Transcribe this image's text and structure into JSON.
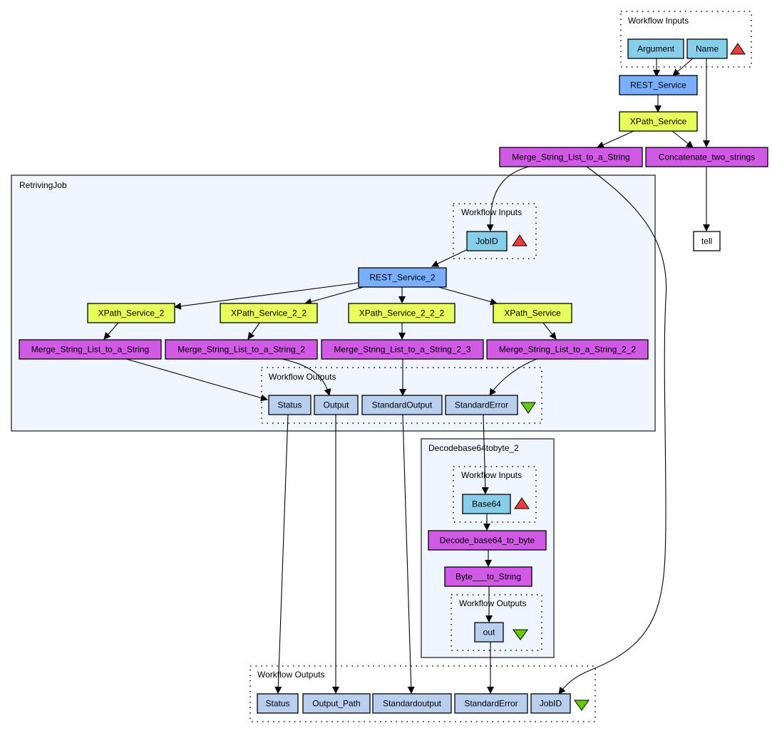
{
  "colors": {
    "input_port": "#87ceeb",
    "service": "#7aafff",
    "xpath": "#e6ff5a",
    "local_worker": "#d05ae6",
    "output_port": "#b8cff0",
    "constant": "#ffffff",
    "cluster_fill": "#eff6ff",
    "input_marker": "#ee3c3c",
    "output_marker": "#66cc00"
  },
  "clusters": {
    "top_inputs": {
      "label": "Workflow Inputs"
    },
    "retriving_job": {
      "label": "RetrivingJob"
    },
    "retriving_inputs": {
      "label": "Workflow Inputs"
    },
    "retriving_outputs": {
      "label": "Workflow Outputs"
    },
    "decode": {
      "label": "Decodebase64tobyte_2"
    },
    "decode_inputs": {
      "label": "Workflow Inputs"
    },
    "decode_outputs": {
      "label": "Workflow Outputs"
    },
    "final_outputs": {
      "label": "Workflow Outputs"
    }
  },
  "nodes": {
    "argument": {
      "label": "Argument",
      "kind": "input_port"
    },
    "name": {
      "label": "Name",
      "kind": "input_port"
    },
    "rest_service": {
      "label": "REST_Service",
      "kind": "service"
    },
    "xpath_service": {
      "label": "XPath_Service",
      "kind": "xpath"
    },
    "merge_top": {
      "label": "Merge_String_List_to_a_String",
      "kind": "local_worker"
    },
    "concat": {
      "label": "Concatenate_two_strings",
      "kind": "local_worker"
    },
    "tell": {
      "label": "tell",
      "kind": "constant"
    },
    "jobid_in": {
      "label": "JobID",
      "kind": "input_port"
    },
    "rest_service_2": {
      "label": "REST_Service_2",
      "kind": "service"
    },
    "xpath_2": {
      "label": "XPath_Service_2",
      "kind": "xpath"
    },
    "xpath_2_2": {
      "label": "XPath_Service_2_2",
      "kind": "xpath"
    },
    "xpath_2_2_2": {
      "label": "XPath_Service_2_2_2",
      "kind": "xpath"
    },
    "xpath_inner": {
      "label": "XPath_Service",
      "kind": "xpath"
    },
    "merge_a": {
      "label": "Merge_String_List_to_a_String",
      "kind": "local_worker"
    },
    "merge_b": {
      "label": "Merge_String_List_to_a_String_2",
      "kind": "local_worker"
    },
    "merge_c": {
      "label": "Merge_String_List_to_a_String_2_3",
      "kind": "local_worker"
    },
    "merge_d": {
      "label": "Merge_String_List_to_a_String_2_2",
      "kind": "local_worker"
    },
    "out_status": {
      "label": "Status",
      "kind": "output_port"
    },
    "out_output": {
      "label": "Output",
      "kind": "output_port"
    },
    "out_stdout": {
      "label": "StandardOutput",
      "kind": "output_port"
    },
    "out_stderr": {
      "label": "StandardError",
      "kind": "output_port"
    },
    "base64": {
      "label": "Base64",
      "kind": "input_port"
    },
    "decode_b64": {
      "label": "Decode_base64_to_byte",
      "kind": "local_worker"
    },
    "byte_to_string": {
      "label": "Byte___to_String",
      "kind": "local_worker"
    },
    "out_out": {
      "label": "out",
      "kind": "output_port"
    },
    "final_status": {
      "label": "Status",
      "kind": "output_port"
    },
    "final_output_path": {
      "label": "Output_Path",
      "kind": "output_port"
    },
    "final_stdout": {
      "label": "Standardoutput",
      "kind": "output_port"
    },
    "final_stderr": {
      "label": "StandardError",
      "kind": "output_port"
    },
    "final_jobid": {
      "label": "JobID",
      "kind": "output_port"
    }
  },
  "edges": [
    [
      "argument",
      "rest_service"
    ],
    [
      "name",
      "rest_service"
    ],
    [
      "name",
      "concat"
    ],
    [
      "rest_service",
      "xpath_service"
    ],
    [
      "xpath_service",
      "merge_top"
    ],
    [
      "xpath_service",
      "concat"
    ],
    [
      "concat",
      "tell"
    ],
    [
      "merge_top",
      "jobid_in"
    ],
    [
      "merge_top",
      "final_jobid"
    ],
    [
      "jobid_in",
      "rest_service_2"
    ],
    [
      "rest_service_2",
      "xpath_2"
    ],
    [
      "rest_service_2",
      "xpath_2_2"
    ],
    [
      "rest_service_2",
      "xpath_2_2_2"
    ],
    [
      "rest_service_2",
      "xpath_inner"
    ],
    [
      "xpath_2",
      "merge_a"
    ],
    [
      "xpath_2_2",
      "merge_b"
    ],
    [
      "xpath_2_2_2",
      "merge_c"
    ],
    [
      "xpath_inner",
      "merge_d"
    ],
    [
      "merge_a",
      "out_status"
    ],
    [
      "merge_b",
      "out_output"
    ],
    [
      "merge_c",
      "out_stdout"
    ],
    [
      "merge_d",
      "out_stderr"
    ],
    [
      "out_status",
      "final_status"
    ],
    [
      "out_output",
      "final_output_path"
    ],
    [
      "out_stdout",
      "final_stdout"
    ],
    [
      "out_stderr",
      "base64"
    ],
    [
      "base64",
      "decode_b64"
    ],
    [
      "decode_b64",
      "byte_to_string"
    ],
    [
      "byte_to_string",
      "out_out"
    ],
    [
      "out_out",
      "final_stderr"
    ]
  ]
}
